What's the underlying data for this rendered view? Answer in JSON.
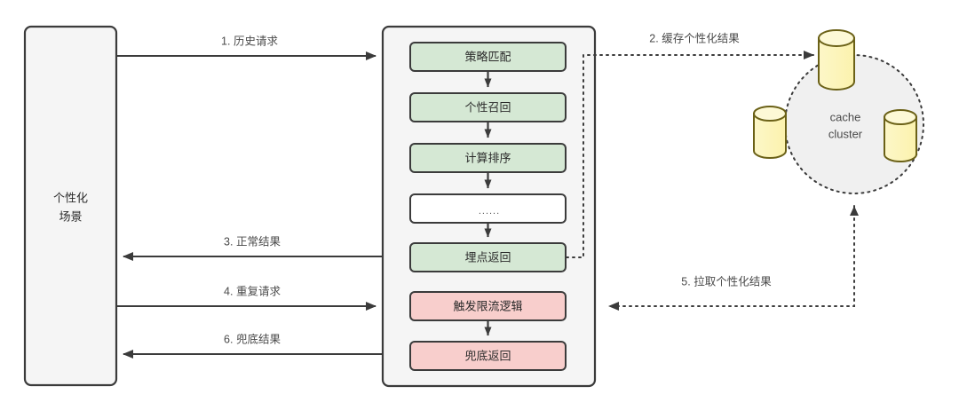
{
  "diagram": {
    "title_present": false,
    "background": "#ffffff",
    "colors": {
      "green_fill": "#d5e8d4",
      "green_stroke": "#3b3b3b",
      "pink_fill": "#f8cecc",
      "pink_stroke": "#3b3b3b",
      "white_fill": "#ffffff",
      "container_fill": "#f5f5f5",
      "container_stroke": "#3b3b3b",
      "cylinder_fill": "#fdf6c4",
      "cylinder_stroke": "#6b6117",
      "cluster_fill": "#f0f0f0",
      "line": "#3b3b3b",
      "text": "#2b2b2b",
      "label_text": "#4a4a4a"
    }
  },
  "actor": {
    "name": "personalized-scenario",
    "line1": "个性化",
    "line2": "场景"
  },
  "service": {
    "name": "service-container",
    "steps": [
      {
        "id": "policy-match",
        "label": "策略匹配",
        "style": "green"
      },
      {
        "id": "personal-recall",
        "label": "个性召回",
        "style": "green"
      },
      {
        "id": "compute-rank",
        "label": "计算排序",
        "style": "green"
      },
      {
        "id": "ellipsis",
        "label": "......",
        "style": "white"
      },
      {
        "id": "tracking-return",
        "label": "埋点返回",
        "style": "green"
      },
      {
        "id": "trigger-limit",
        "label": "触发限流逻辑",
        "style": "pink"
      },
      {
        "id": "fallback-return",
        "label": "兜底返回",
        "style": "pink"
      }
    ]
  },
  "cache": {
    "name": "cache-cluster",
    "line1": "cache",
    "line2": "cluster",
    "nodes": [
      {
        "id": "cache-node-top",
        "label": ""
      },
      {
        "id": "cache-node-left",
        "label": ""
      },
      {
        "id": "cache-node-right",
        "label": ""
      }
    ]
  },
  "edges": [
    {
      "id": "edge-1",
      "label": "1. 历史请求",
      "style": "solid",
      "from": "personalized-scenario",
      "to": "service-container"
    },
    {
      "id": "edge-2",
      "label": "2. 缓存个性化结果",
      "style": "dotted",
      "from": "tracking-return",
      "to": "cache-cluster"
    },
    {
      "id": "edge-3",
      "label": "3. 正常结果",
      "style": "solid",
      "from": "service-container",
      "to": "personalized-scenario"
    },
    {
      "id": "edge-4",
      "label": "4. 重复请求",
      "style": "solid",
      "from": "personalized-scenario",
      "to": "service-container"
    },
    {
      "id": "edge-5",
      "label": "5. 拉取个性化结果",
      "style": "dotted",
      "from": "cache-cluster",
      "to": "trigger-limit"
    },
    {
      "id": "edge-6",
      "label": "6. 兜底结果",
      "style": "solid",
      "from": "service-container",
      "to": "personalized-scenario"
    }
  ]
}
